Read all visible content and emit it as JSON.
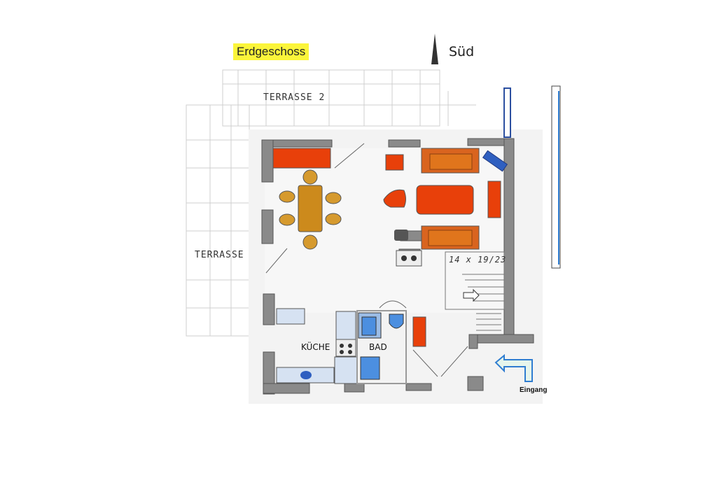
{
  "floor_title": "Erdgeschoss",
  "compass_label": "Süd",
  "rooms": {
    "terrace_2": "TERRASSE 2",
    "terrace": "TERRASSE",
    "kitchen": "KÜCHE",
    "bath": "BAD"
  },
  "stair_label": "14 x 19/23",
  "entrance_label": "Eingang",
  "colors": {
    "wall": "#8a8a8a",
    "sofa": "#e8400a",
    "table": "#cc8a1c",
    "chair": "#d69a2e",
    "bath_blue": "#4c8fe0",
    "highlight": "#fbf53a",
    "arrow": "#2f7dd1"
  }
}
